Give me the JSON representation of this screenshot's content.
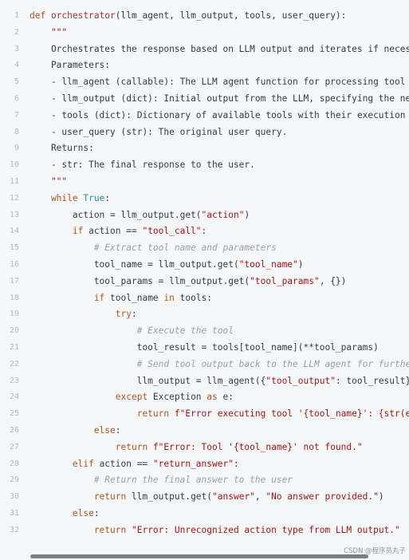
{
  "code_block": {
    "line_numbers": [
      "1",
      "2",
      "3",
      "4",
      "5",
      "6",
      "7",
      "8",
      "9",
      "10",
      "11",
      "12",
      "13",
      "14",
      "15",
      "16",
      "17",
      "18",
      "19",
      "20",
      "21",
      "22",
      "23",
      "24",
      "25",
      "26",
      "27",
      "28",
      "29",
      "30",
      "31",
      "32"
    ],
    "lines": [
      [
        {
          "t": "kw",
          "v": "def "
        },
        {
          "t": "fn",
          "v": "orchestrator"
        },
        {
          "t": "",
          "v": "(llm_agent, llm_output, tools, user_query):"
        }
      ],
      [
        {
          "t": "str",
          "v": "    \"\"\""
        }
      ],
      [
        {
          "t": "doc",
          "v": "    Orchestrates the response based on LLM output and iterates if necessary."
        }
      ],
      [
        {
          "t": "doc",
          "v": "    Parameters:"
        }
      ],
      [
        {
          "t": "doc",
          "v": "    - llm_agent (callable): The LLM agent function for processing tool outputs."
        }
      ],
      [
        {
          "t": "doc",
          "v": "    - llm_output (dict): Initial output from the LLM, specifying the next action."
        }
      ],
      [
        {
          "t": "doc",
          "v": "    - tools (dict): Dictionary of available tools with their execution methods."
        }
      ],
      [
        {
          "t": "doc",
          "v": "    - user_query (str): The original user query."
        }
      ],
      [
        {
          "t": "doc",
          "v": "    Returns:"
        }
      ],
      [
        {
          "t": "doc",
          "v": "    - str: The final response to the user."
        }
      ],
      [
        {
          "t": "str",
          "v": "    \"\"\""
        }
      ],
      [
        {
          "t": "kw",
          "v": "    while "
        },
        {
          "t": "bi",
          "v": "True"
        },
        {
          "t": "",
          "v": ":"
        }
      ],
      [
        {
          "t": "",
          "v": "        action = llm_output.get("
        },
        {
          "t": "str",
          "v": "\"action\""
        },
        {
          "t": "",
          "v": ")"
        }
      ],
      [
        {
          "t": "kw",
          "v": "        if "
        },
        {
          "t": "",
          "v": "action == "
        },
        {
          "t": "str",
          "v": "\"tool_call\""
        },
        {
          "t": "",
          "v": ":"
        }
      ],
      [
        {
          "t": "cm",
          "v": "            # Extract tool name and parameters"
        }
      ],
      [
        {
          "t": "",
          "v": "            tool_name = llm_output.get("
        },
        {
          "t": "str",
          "v": "\"tool_name\""
        },
        {
          "t": "",
          "v": ")"
        }
      ],
      [
        {
          "t": "",
          "v": "            tool_params = llm_output.get("
        },
        {
          "t": "str",
          "v": "\"tool_params\""
        },
        {
          "t": "",
          "v": ", {})"
        }
      ],
      [
        {
          "t": "kw",
          "v": "            if "
        },
        {
          "t": "",
          "v": "tool_name "
        },
        {
          "t": "kw",
          "v": "in "
        },
        {
          "t": "",
          "v": "tools:"
        }
      ],
      [
        {
          "t": "kw",
          "v": "                try"
        },
        {
          "t": "",
          "v": ":"
        }
      ],
      [
        {
          "t": "cm",
          "v": "                    # Execute the tool"
        }
      ],
      [
        {
          "t": "",
          "v": "                    tool_result = tools[tool_name](**tool_params)"
        }
      ],
      [
        {
          "t": "cm",
          "v": "                    # Send tool output back to the LLM agent for further processing"
        }
      ],
      [
        {
          "t": "",
          "v": "                    llm_output = llm_agent({"
        },
        {
          "t": "str",
          "v": "\"tool_output\""
        },
        {
          "t": "",
          "v": ": tool_result})"
        }
      ],
      [
        {
          "t": "kw",
          "v": "                except "
        },
        {
          "t": "",
          "v": "Exception "
        },
        {
          "t": "kw",
          "v": "as "
        },
        {
          "t": "",
          "v": "e:"
        }
      ],
      [
        {
          "t": "kw",
          "v": "                    return "
        },
        {
          "t": "str",
          "v": "f\"Error executing tool '{tool_name}': {str(e)}\""
        }
      ],
      [
        {
          "t": "kw",
          "v": "            else"
        },
        {
          "t": "",
          "v": ":"
        }
      ],
      [
        {
          "t": "kw",
          "v": "                return "
        },
        {
          "t": "str",
          "v": "f\"Error: Tool '{tool_name}' not found.\""
        }
      ],
      [
        {
          "t": "kw",
          "v": "        elif "
        },
        {
          "t": "",
          "v": "action == "
        },
        {
          "t": "str",
          "v": "\"return_answer\""
        },
        {
          "t": "",
          "v": ":"
        }
      ],
      [
        {
          "t": "cm",
          "v": "            # Return the final answer to the user"
        }
      ],
      [
        {
          "t": "kw",
          "v": "            return "
        },
        {
          "t": "",
          "v": "llm_output.get("
        },
        {
          "t": "str",
          "v": "\"answer\""
        },
        {
          "t": "",
          "v": ", "
        },
        {
          "t": "str",
          "v": "\"No answer provided.\""
        },
        {
          "t": "",
          "v": ")"
        }
      ],
      [
        {
          "t": "kw",
          "v": "        else"
        },
        {
          "t": "",
          "v": ":"
        }
      ],
      [
        {
          "t": "kw",
          "v": "            return "
        },
        {
          "t": "str",
          "v": "\"Error: Unrecognized action type from LLM output.\""
        }
      ]
    ]
  },
  "watermark": "CSDN @程序员丸子",
  "colors": {
    "background": "#f6f7f8",
    "keyword": "#b2541d",
    "function": "#a03535",
    "string": "#a31515",
    "builtin": "#2f8ac4",
    "comment": "#9aa0a6"
  }
}
